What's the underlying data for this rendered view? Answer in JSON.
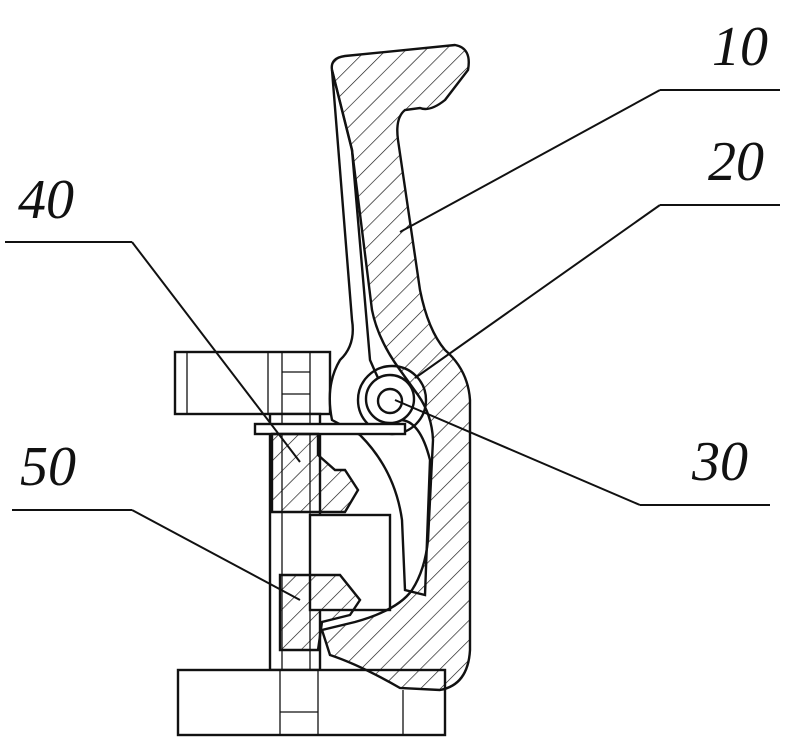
{
  "figure": {
    "labels": {
      "lever": "10",
      "pin_hole": "20",
      "pivot_pin": "30",
      "upper_block": "40",
      "lower_block": "50"
    }
  }
}
